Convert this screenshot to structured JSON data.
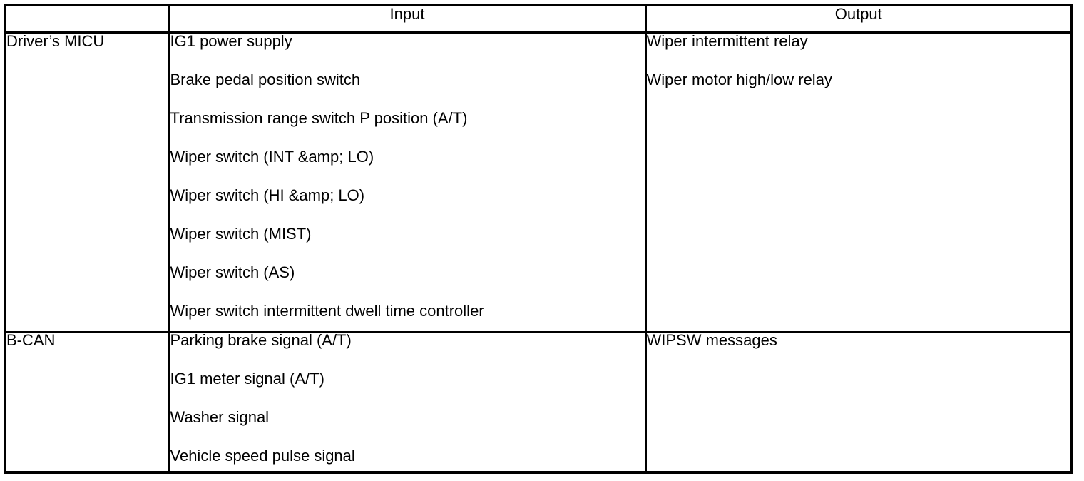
{
  "table": {
    "headers": {
      "system": "",
      "input": "Input",
      "output": "Output"
    },
    "rows": [
      {
        "system": "Driver’s MICU",
        "inputs": [
          "IG1 power supply",
          "Brake pedal position switch",
          "Transmission range switch P position (A/T)",
          "Wiper switch (INT &amp; LO)",
          "Wiper switch (HI &amp; LO)",
          "Wiper switch (MIST)",
          "Wiper switch (AS)",
          "Wiper switch intermittent dwell time controller"
        ],
        "outputs": [
          "Wiper intermittent relay",
          "Wiper motor high/low relay"
        ]
      },
      {
        "system": "B-CAN",
        "inputs": [
          "Parking brake signal (A/T)",
          "IG1 meter signal (A/T)",
          "Washer signal",
          "Vehicle speed pulse signal"
        ],
        "outputs": [
          "WIPSW messages"
        ]
      }
    ]
  },
  "colors": {
    "border": "#000000",
    "text": "#000000",
    "background": "#ffffff"
  }
}
